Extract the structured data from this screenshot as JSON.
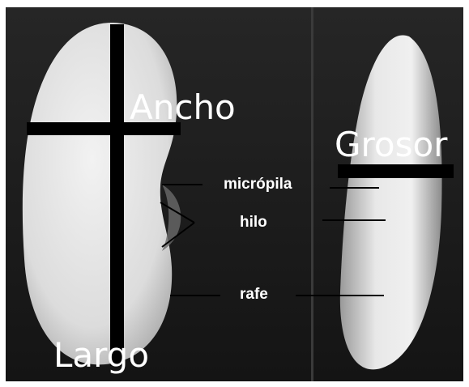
{
  "labels": {
    "ancho": "Ancho",
    "largo": "Largo",
    "grosor": "Grosor",
    "micropila": "micrópila",
    "hilo": "hilo",
    "rafe": "rafe"
  },
  "colors": {
    "background": "#1e1e1e",
    "seed": "#e4e4e4",
    "measure_bar": "#000000",
    "label_text": "#ffffff"
  }
}
